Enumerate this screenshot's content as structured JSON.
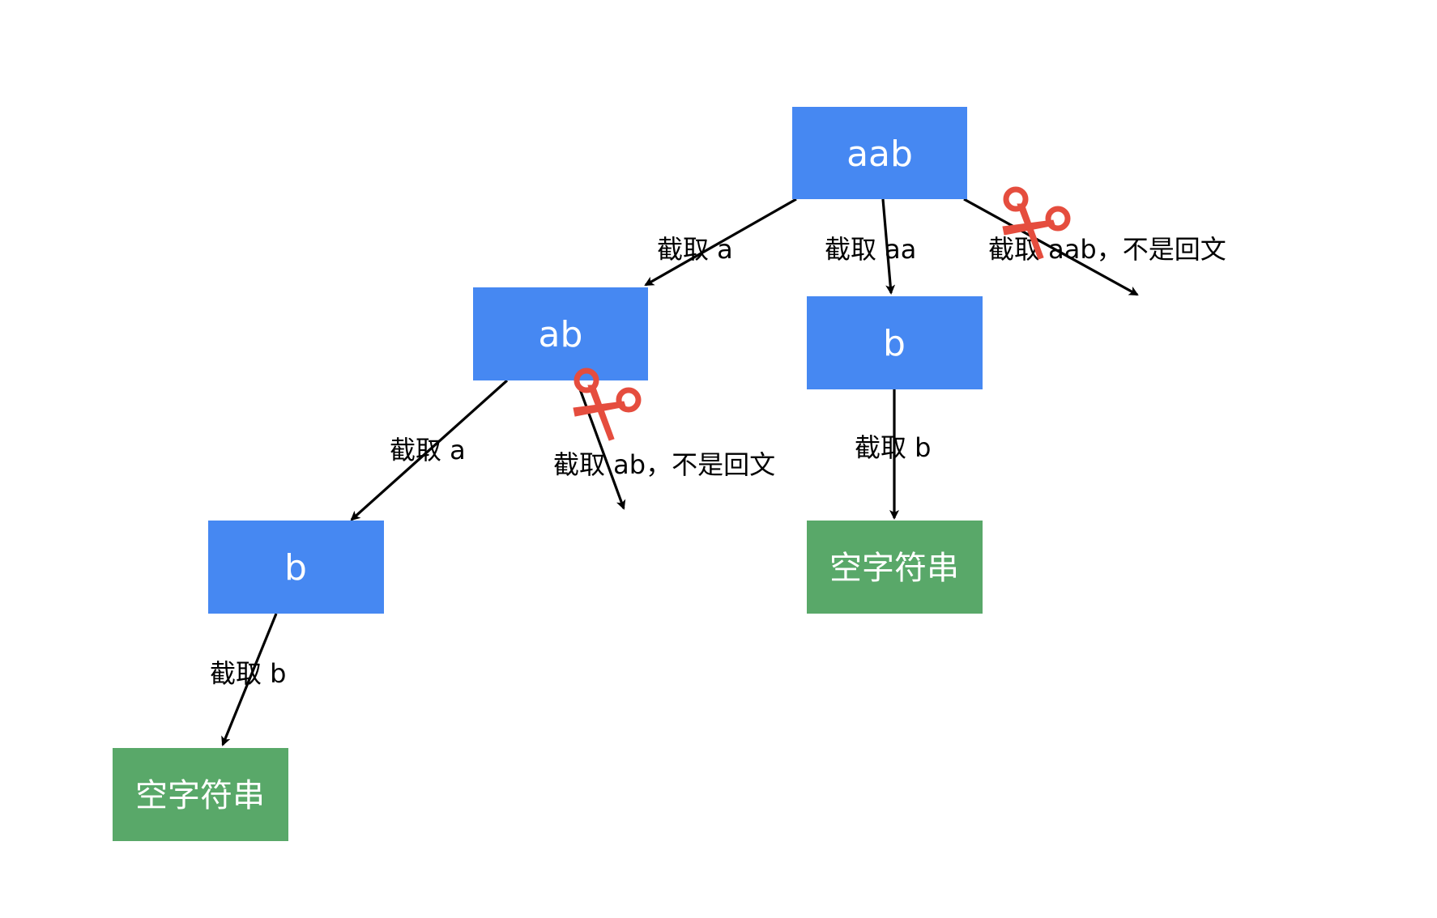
{
  "colors": {
    "string_node": "#4688F2",
    "empty_node": "#59A869",
    "scissors": "#E54D3E",
    "edge": "#000000"
  },
  "nodes": {
    "root": "aab",
    "left": "ab",
    "middle": "b",
    "left_left": "b",
    "middle_empty": "空字符串",
    "left_left_empty": "空字符串"
  },
  "edges": {
    "root_to_left": "截取 a",
    "root_to_middle": "截取 aa",
    "root_pruned": "截取 aab，不是回文",
    "left_to_left_left": "截取 a",
    "left_pruned": "截取 ab，不是回文",
    "middle_to_empty": "截取 b",
    "left_left_to_empty": "截取 b"
  },
  "icons": {
    "pruned_marker": "scissors-icon"
  }
}
